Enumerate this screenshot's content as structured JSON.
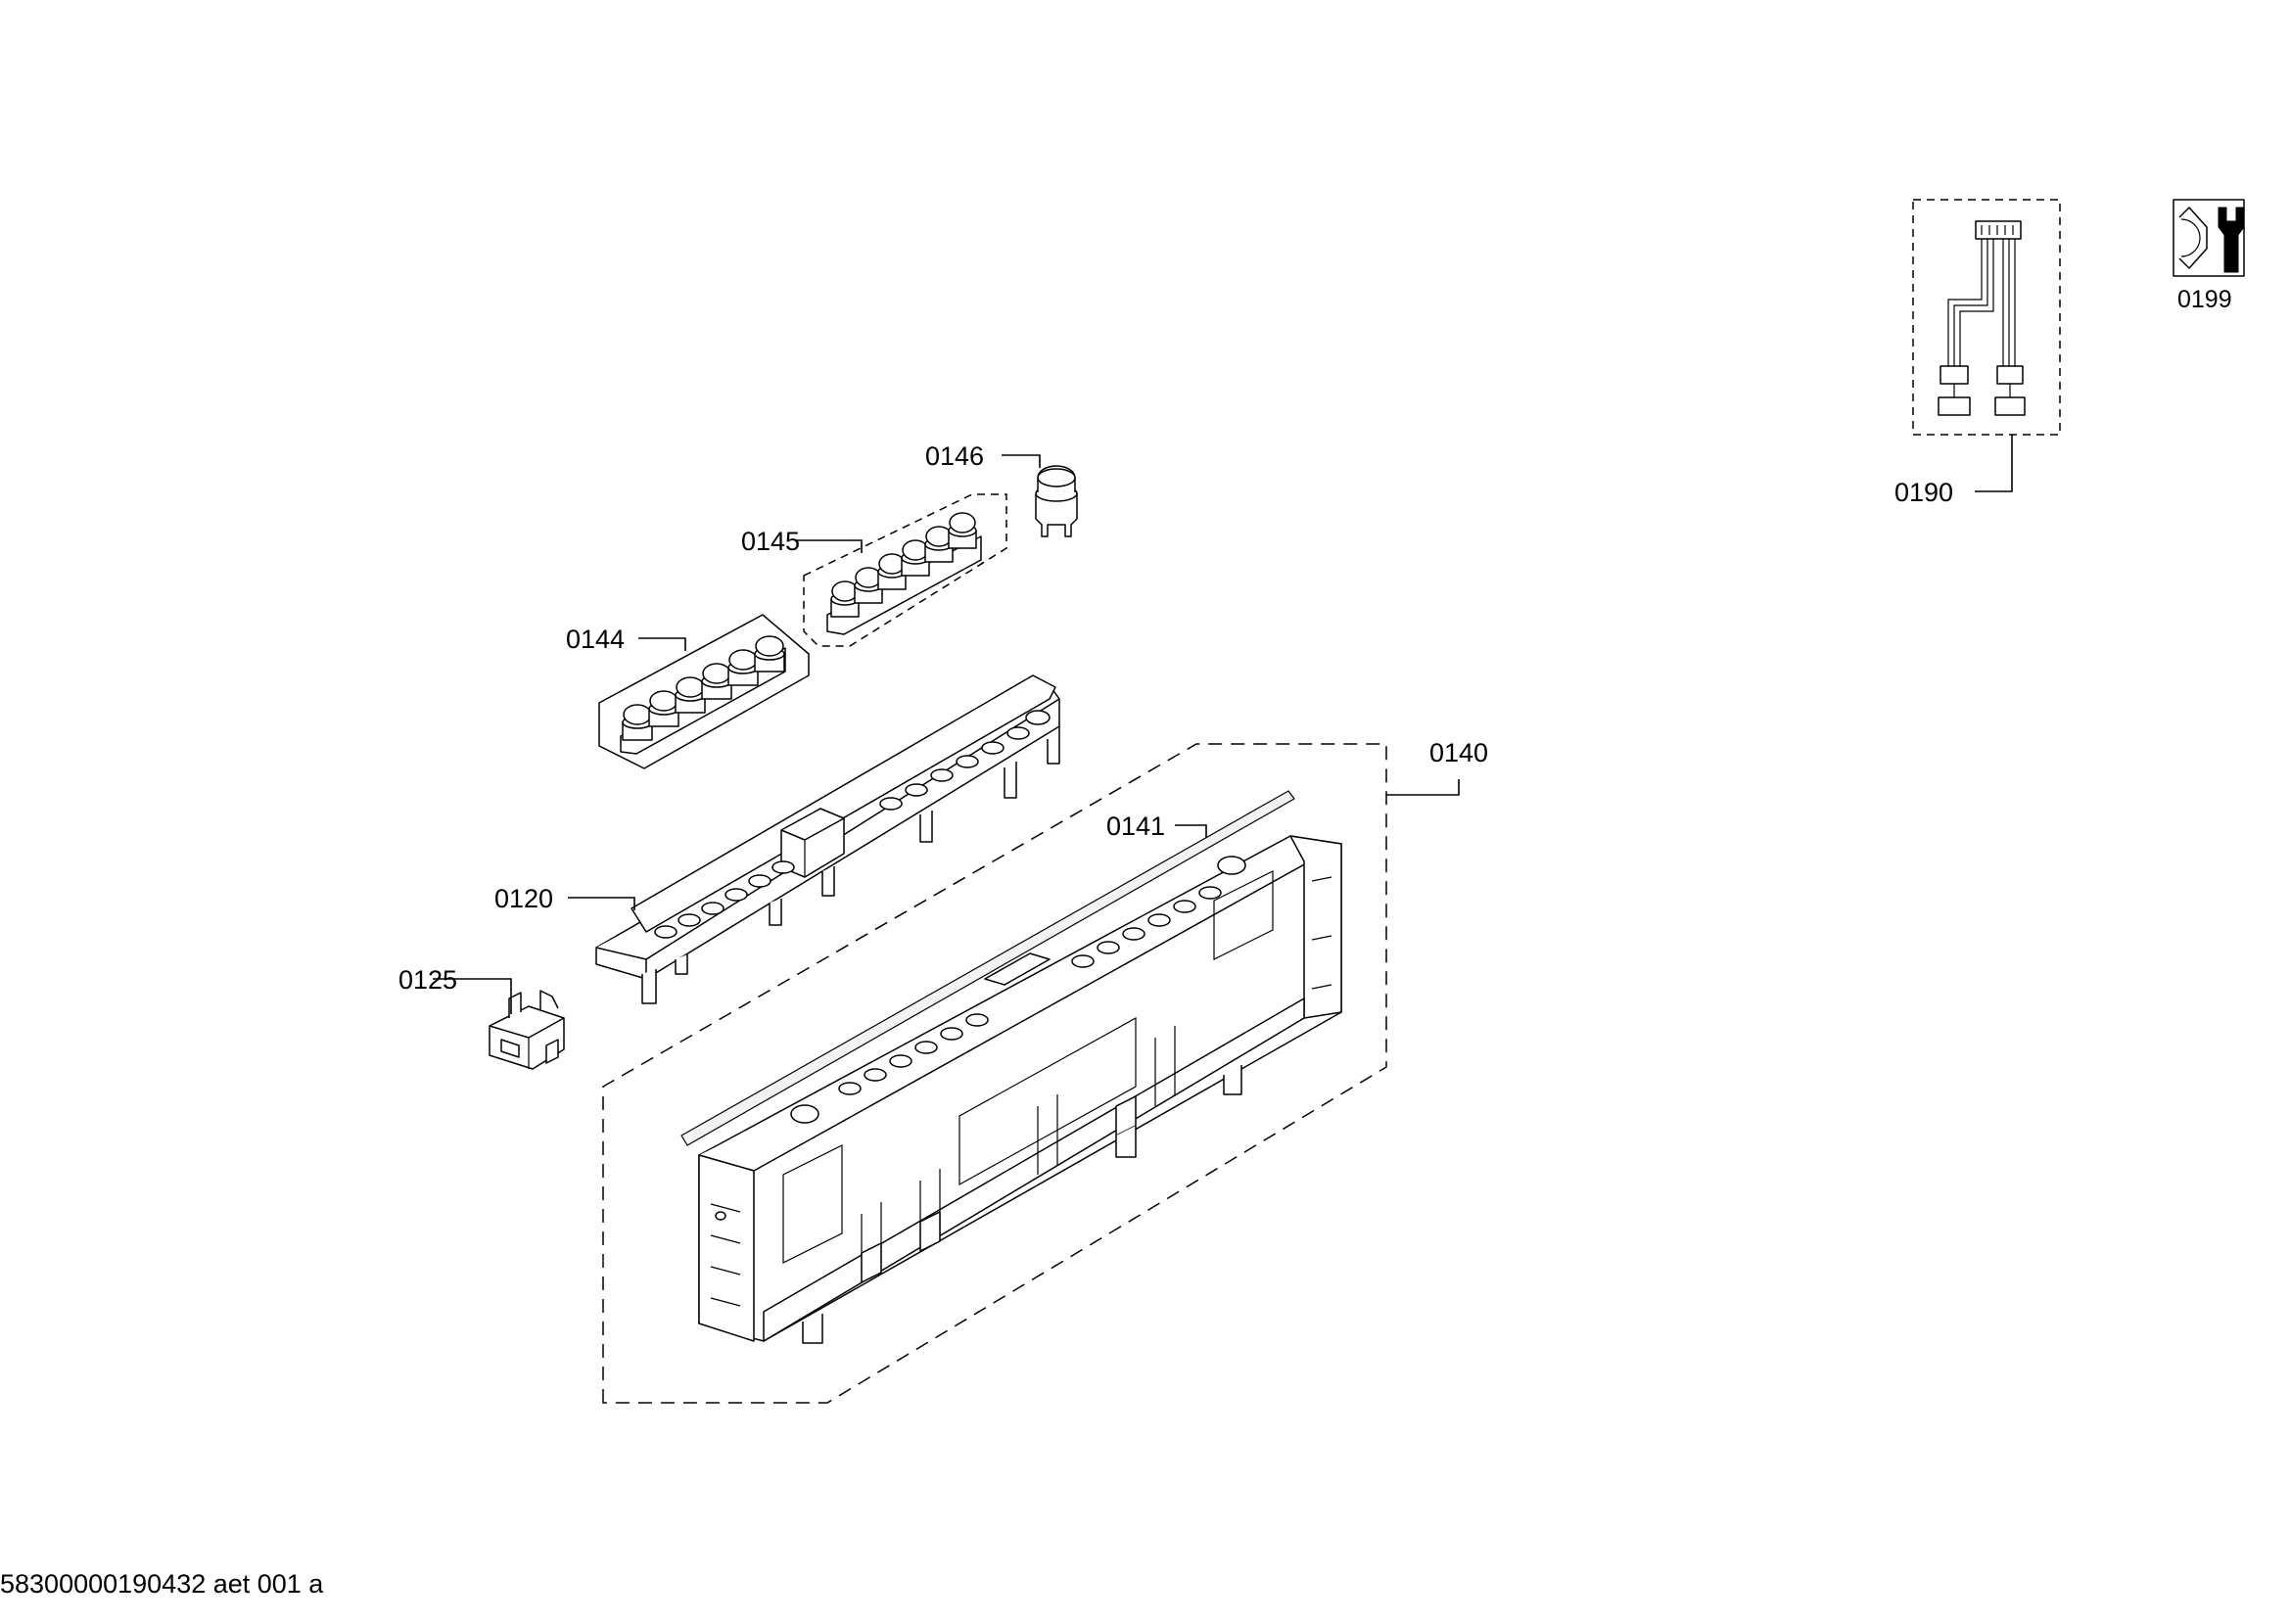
{
  "labels": {
    "p0146": "0146",
    "p0145": "0145",
    "p0144": "0144",
    "p0140": "0140",
    "p0141": "0141",
    "p0120": "0120",
    "p0125": "0125",
    "p0190": "0190",
    "p0199": "0199"
  },
  "footer": {
    "drawing_code": "58300000190432 aet 001 a"
  }
}
